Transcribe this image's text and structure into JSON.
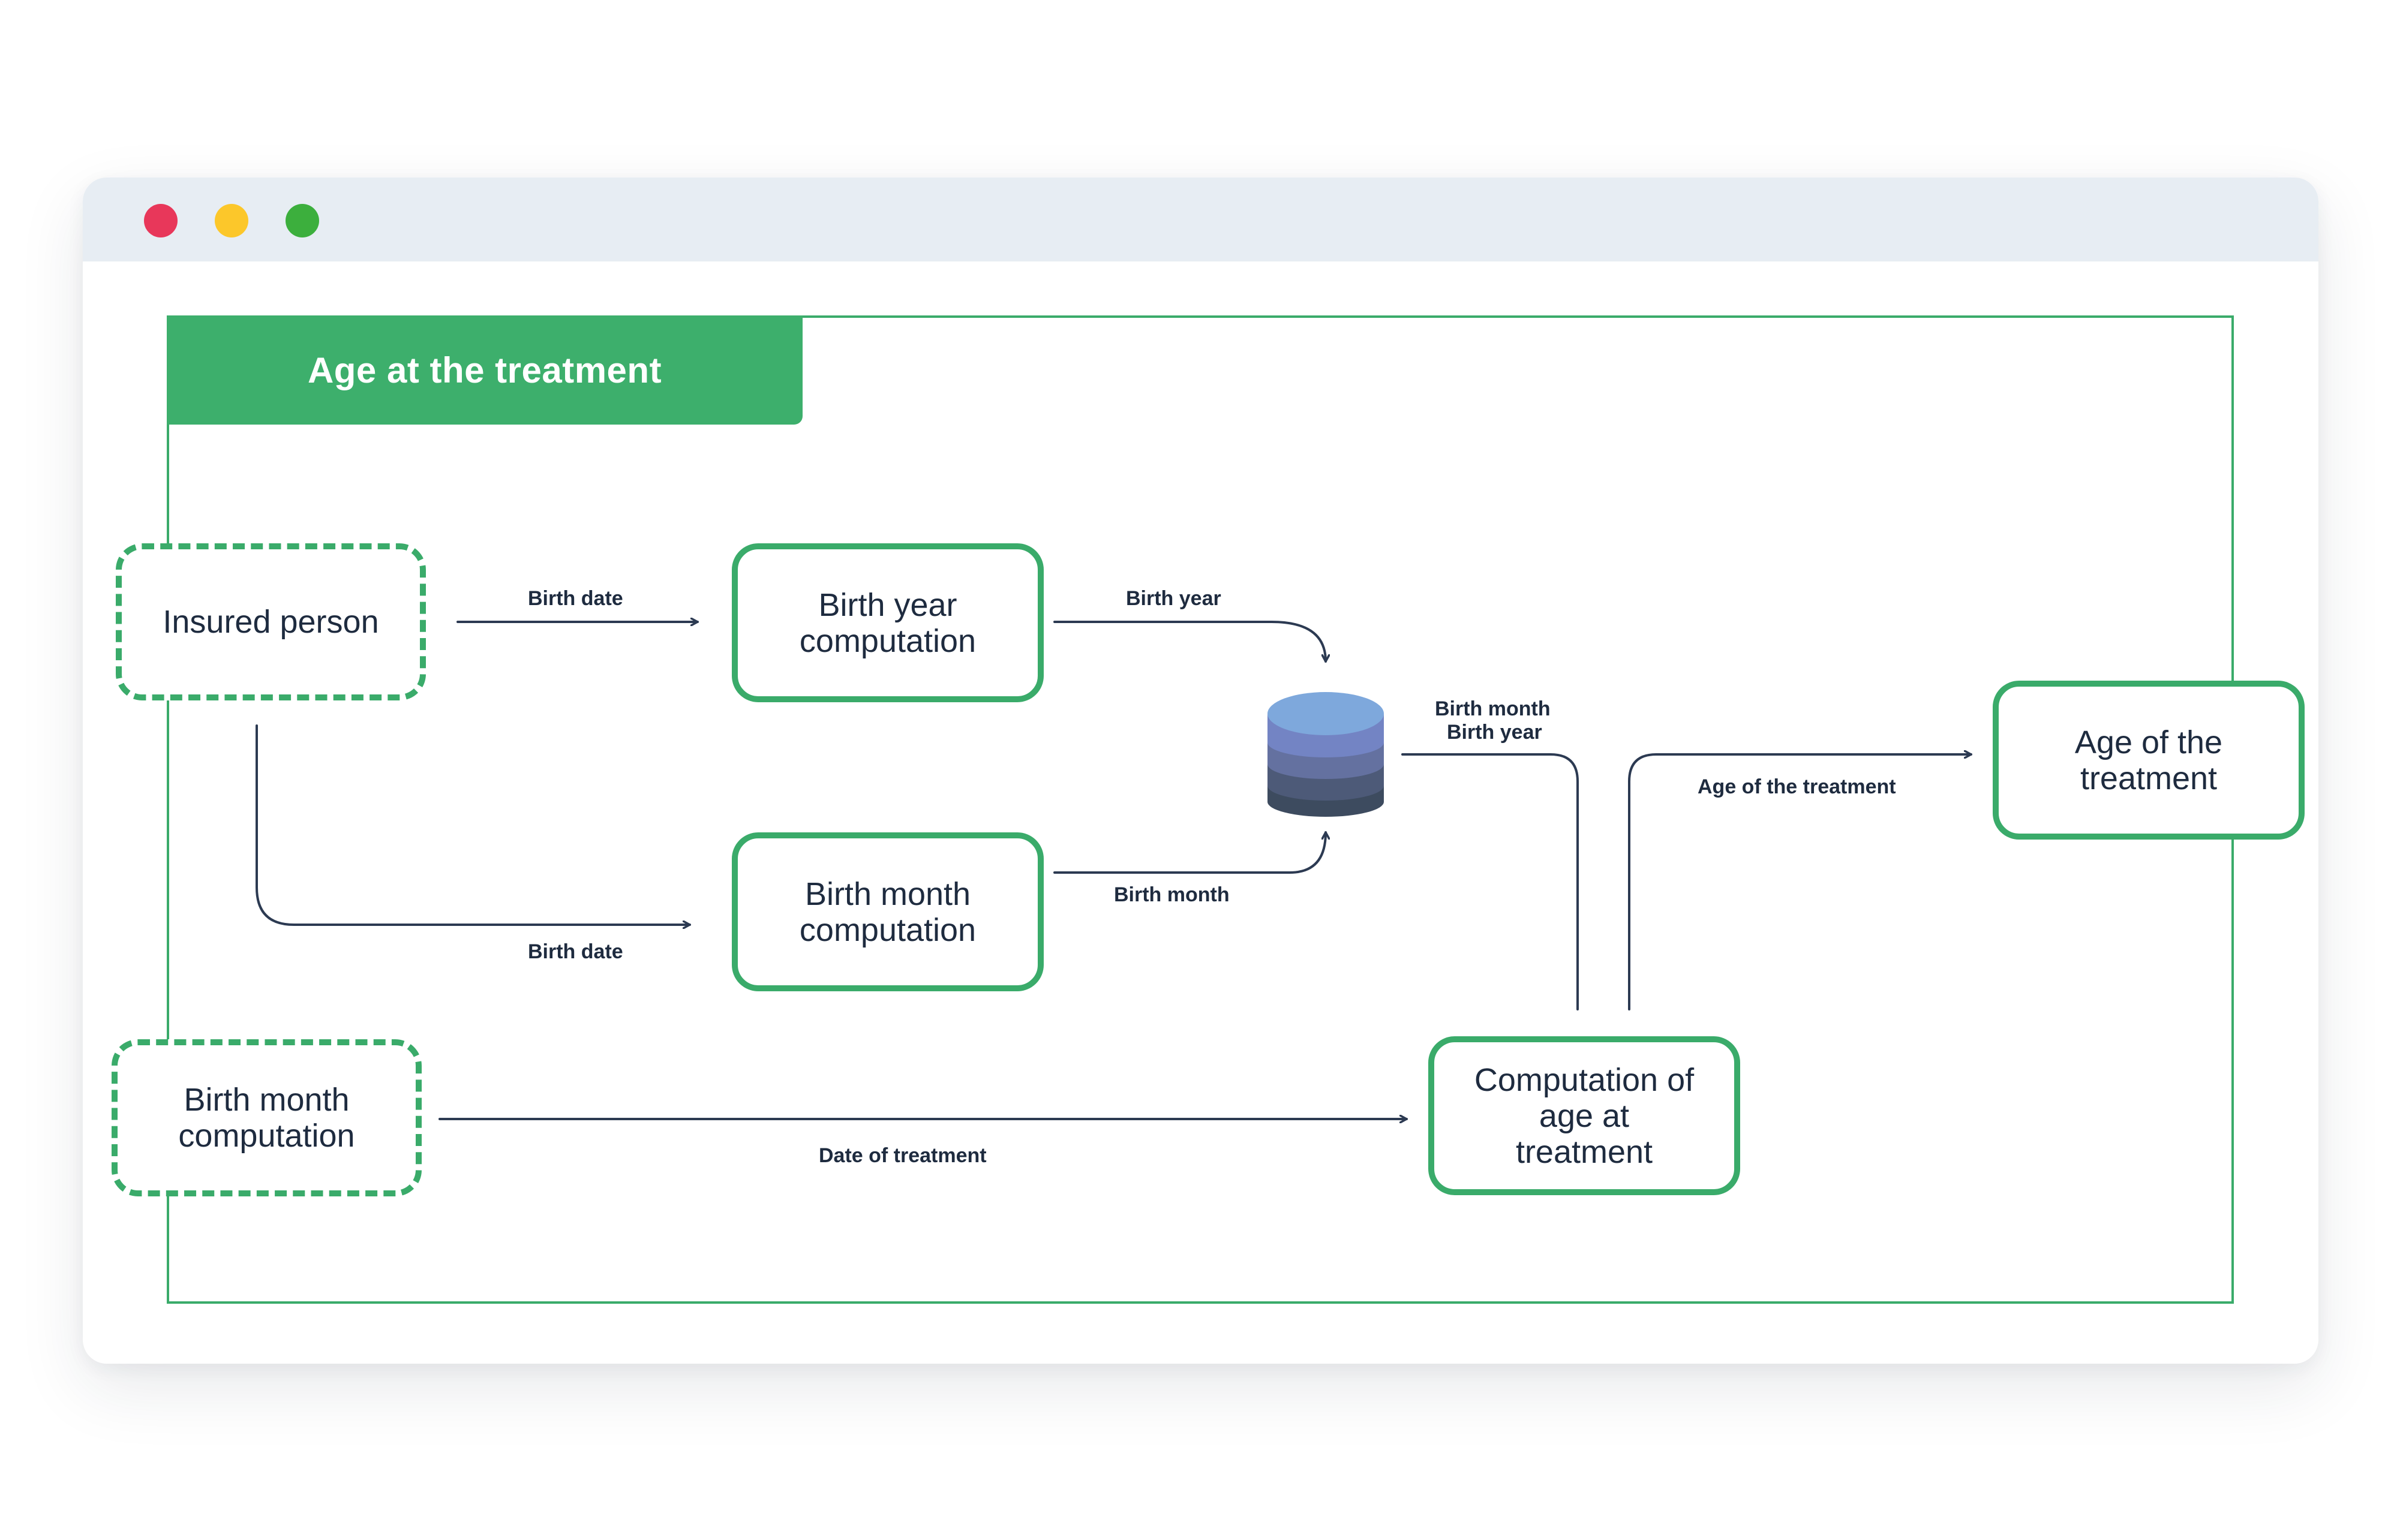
{
  "window": {
    "controls": [
      "close",
      "minimize",
      "maximize"
    ],
    "colors": {
      "close": "#e8375a",
      "minimize": "#fcc72a",
      "maximize": "#3caf3d",
      "accent": "#3aab6a"
    }
  },
  "diagram": {
    "title": "Age at the treatment",
    "nodes": {
      "insured_person": {
        "label": "Insured person"
      },
      "birth_year_computation": {
        "line1": "Birth year",
        "line2": "computation"
      },
      "birth_month_computation": {
        "line1": "Birth month",
        "line2": "computation"
      },
      "birth_month_computation_input": {
        "line1": "Birth month",
        "line2": "computation"
      },
      "database": {
        "icon": "database-icon"
      },
      "computation_of_age": {
        "line1": "Computation of",
        "line2": "age at",
        "line3": "treatment"
      },
      "age_of_the_treatment": {
        "line1": "Age of the",
        "line2": "treatment"
      }
    },
    "edges": {
      "insured_to_year": "Birth date",
      "insured_to_month": "Birth date",
      "year_to_db": "Birth year",
      "month_to_db": "Birth month",
      "db_to_computation_line1": "Birth month",
      "db_to_computation_line2": "Birth year",
      "computation_to_result": "Age of the treatment",
      "input_to_computation": "Date of treatment"
    }
  }
}
